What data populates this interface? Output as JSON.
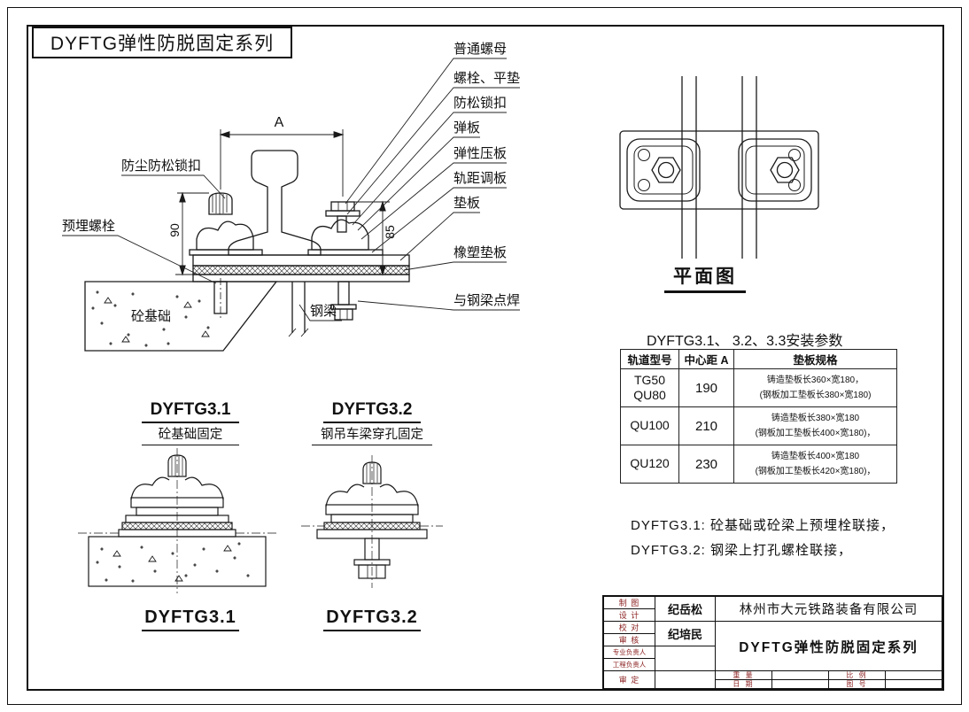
{
  "colors": {
    "ink": "#111111",
    "titleblock_label_red": "#8b1f1f",
    "background": "#ffffff"
  },
  "sheet": {
    "title": "DYFTG弹性防脱固定系列"
  },
  "main_view": {
    "callouts_right": [
      "普通螺母",
      "螺栓、平垫",
      "防松锁扣",
      "弹板",
      "弹性压板",
      "轨距调板",
      "垫板",
      "橡塑垫板",
      "与钢梁点焊"
    ],
    "callouts_left": {
      "dust_lock": "防尘防松锁扣",
      "embedded_bolt": "预埋螺栓",
      "concrete": "砼基础",
      "steel_beam": "钢梁"
    },
    "dims": {
      "a": "A",
      "h90": "90",
      "h85": "85"
    }
  },
  "plan_view": {
    "caption": "平面图"
  },
  "params_table": {
    "title": "DYFTG3.1、 3.2、3.3安装参数",
    "headers": [
      "轨道型号",
      "中心距 A",
      "垫板规格"
    ],
    "rows": [
      {
        "model": "TG50\nQU80",
        "center": "190",
        "spec": "铸造垫板长360×宽180，\n(钢板加工垫板长380×宽180)"
      },
      {
        "model": "QU100",
        "center": "210",
        "spec": "铸造垫板长380×宽180\n(钢板加工垫板长400×宽180)，"
      },
      {
        "model": "QU120",
        "center": "230",
        "spec": "铸造垫板长400×宽180\n(钢板加工垫板长420×宽180)，"
      }
    ]
  },
  "notes": {
    "line1": "DYFTG3.1: 砼基础或砼梁上预埋栓联接，",
    "line2": "DYFTG3.2: 钢梁上打孔螺栓联接，"
  },
  "variants": {
    "v1": {
      "name": "DYFTG3.1",
      "desc": "砼基础固定",
      "caption": "DYFTG3.1"
    },
    "v2": {
      "name": "DYFTG3.2",
      "desc": "钢吊车梁穿孔固定",
      "caption": "DYFTG3.2"
    }
  },
  "title_block": {
    "roles": {
      "zhitu": "制 图",
      "sheji": "设 计",
      "jiaodui": "校 对",
      "shenhe": "审 核",
      "zhuanye": "专业负责人",
      "gongcheng": "工程负责人",
      "shending": "审 定"
    },
    "names": {
      "designer": "纪岳松",
      "checker": "纪培民"
    },
    "company": "林州市大元铁路装备有限公司",
    "product": "DYFTG弹性防脱固定系列",
    "fields": {
      "weight": "重  量",
      "scale": "比  例",
      "date": "日  期",
      "drawing_no": "图  号"
    }
  }
}
